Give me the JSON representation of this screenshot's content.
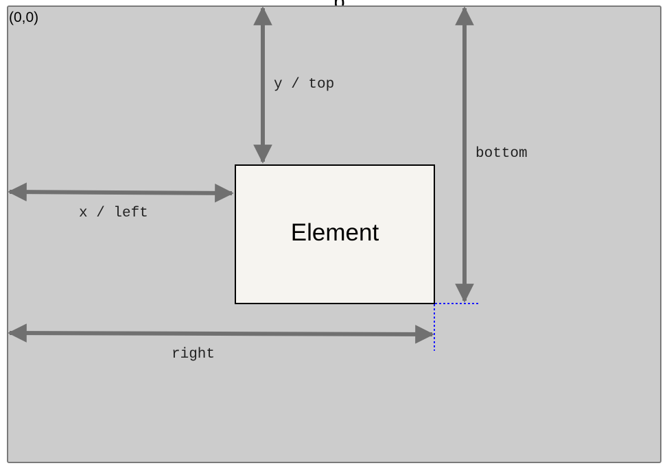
{
  "diagram": {
    "origin_label": "(0,0)",
    "element_label": "Element",
    "title_stub": "p",
    "labels": {
      "top": "y / top",
      "left": "x / left",
      "right": "right",
      "bottom": "bottom"
    },
    "colors": {
      "viewport_fill": "#cccccc",
      "viewport_border": "#7a7a7a",
      "element_fill": "#f6f4f0",
      "arrow": "#707070",
      "guide_dotted": "#1a1aff"
    }
  }
}
